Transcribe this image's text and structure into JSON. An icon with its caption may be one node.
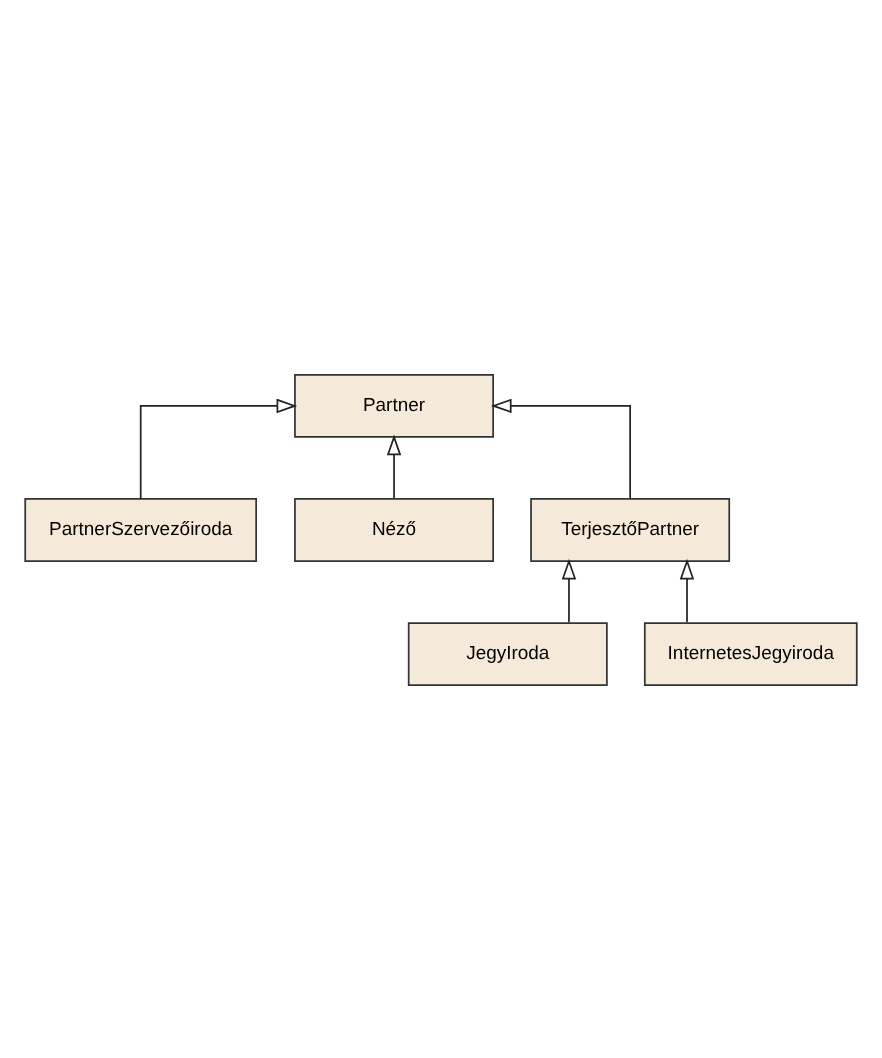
{
  "diagram": {
    "nodes": [
      {
        "text": [
          "Partner"
        ]
      },
      {
        "text": [
          "PartnerSzervezőiroda"
        ]
      },
      {
        "text": [
          "Néző"
        ]
      },
      {
        "text": [
          "TerjesztőPartner"
        ]
      },
      {
        "text": [
          "JegyIroda"
        ]
      },
      {
        "text": [
          "InternetesJegyiroda"
        ]
      }
    ],
    "edges": [
      {
        "from": 1,
        "to": 0,
        "arrow": "to"
      },
      {
        "from": 2,
        "to": 0,
        "arrow": "to"
      },
      {
        "from": 3,
        "to": 0,
        "arrow": "to"
      },
      {
        "from": 4,
        "to": 3,
        "arrow": "to"
      },
      {
        "from": 5,
        "to": 3,
        "arrow": "to"
      }
    ]
  }
}
